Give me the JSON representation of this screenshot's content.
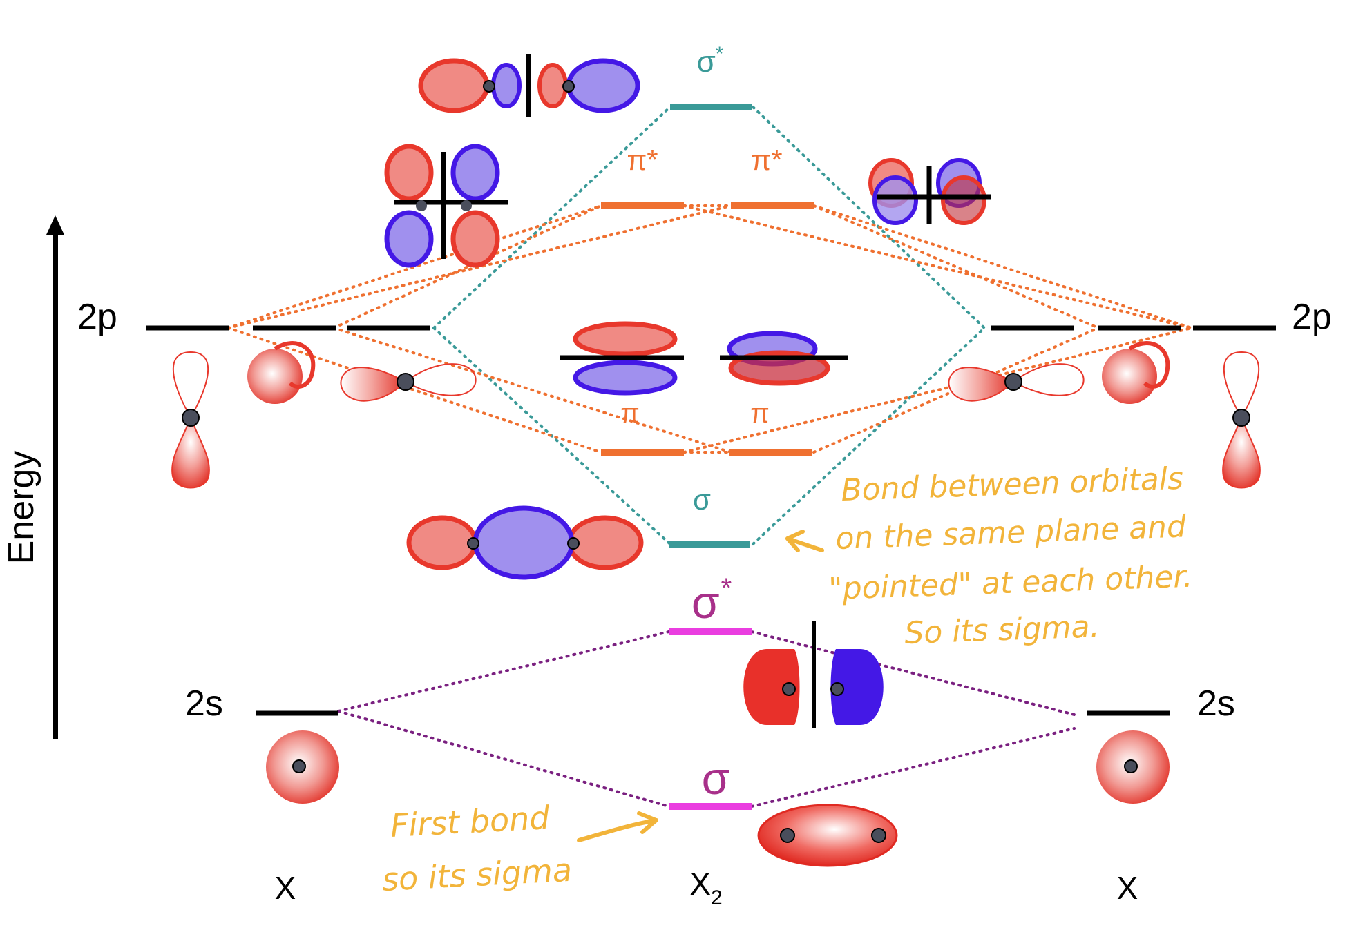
{
  "axis": {
    "label": "Energy"
  },
  "atoms": {
    "left": {
      "name": "X",
      "p_label": "2p",
      "s_label": "2s"
    },
    "right": {
      "name": "X",
      "p_label": "2p",
      "s_label": "2s"
    },
    "molecule": {
      "name": "X",
      "subscript": "2"
    }
  },
  "mo_levels": {
    "sigma_star_2p": "σ",
    "sigma_star_2p_sup": "*",
    "pi_star_left": "π*",
    "pi_star_right": "π*",
    "pi_left": "π",
    "pi_right": "π",
    "sigma_2p": "σ",
    "sigma_star_2s": "σ",
    "sigma_star_2s_sup": "*",
    "sigma_2s": "σ"
  },
  "annotations": {
    "sigma_2p_note": [
      "Bond between orbitals",
      "on the same plane and",
      "\"pointed\" at each other.",
      "So its sigma."
    ],
    "sigma_2s_note": [
      "First bond",
      "so its sigma"
    ]
  },
  "colors": {
    "sigma_2p": "#3a9a98",
    "pi": "#ef7030",
    "sigma_2s": "#ea3de0",
    "sigma_2s_label": "#a8308a",
    "connector_2s": "#7a2080",
    "annotation": "#f2b43a",
    "lobe_red": "#e8382c",
    "lobe_red_fill": "#f08a84",
    "lobe_blue": "#4418e6",
    "lobe_blue_fill": "#a090ee"
  }
}
